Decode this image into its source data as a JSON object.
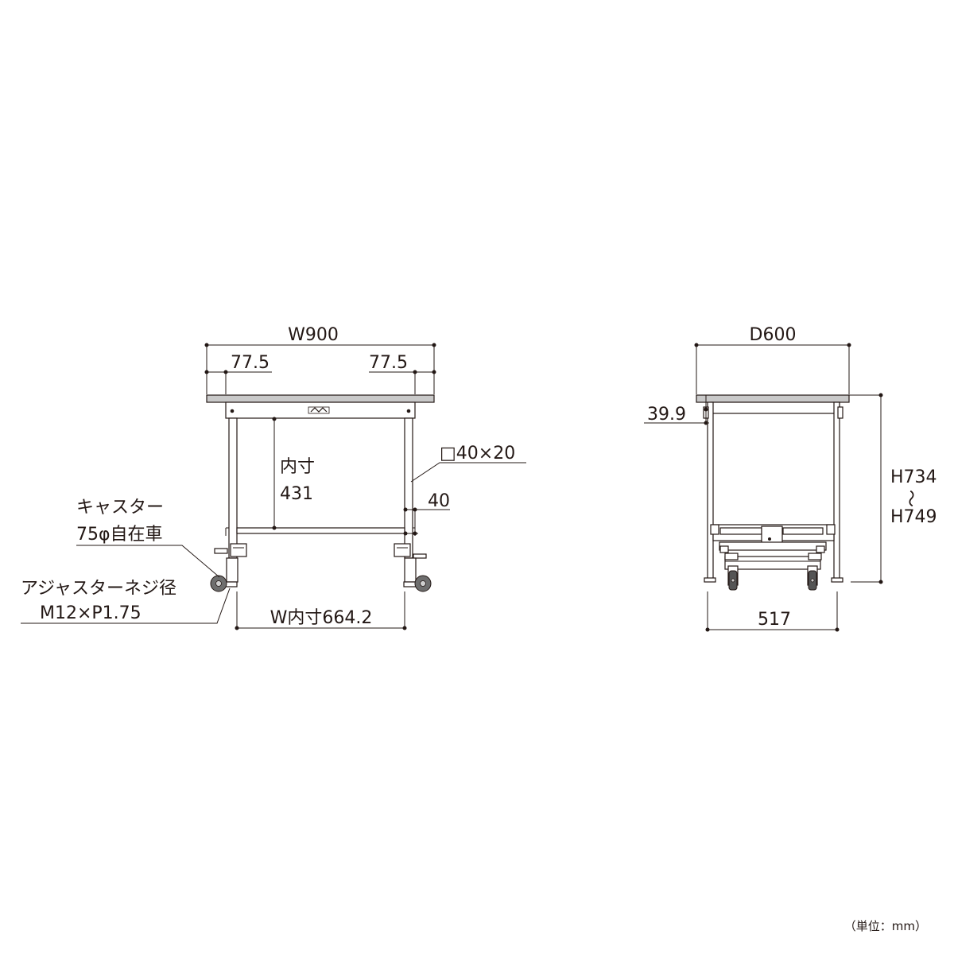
{
  "front_view": {
    "width": "W900",
    "overhang_left": "77.5",
    "overhang_right": "77.5",
    "pipe_size": "□40×20",
    "inner_height_label": "内寸",
    "inner_height_value": "431",
    "bar_height": "40",
    "caster_line1": "キャスター",
    "caster_line2": "75φ自在車",
    "adjuster_line1": "アジャスターネジ径",
    "adjuster_line2": "M12×P1.75",
    "inner_width": "W内寸664.2"
  },
  "side_view": {
    "depth": "D600",
    "top_thickness": "39.9",
    "height_min": "H734",
    "height_tilde": "～",
    "height_max": "H749",
    "leg_depth": "517"
  },
  "unit_note": "（単位：mm）"
}
